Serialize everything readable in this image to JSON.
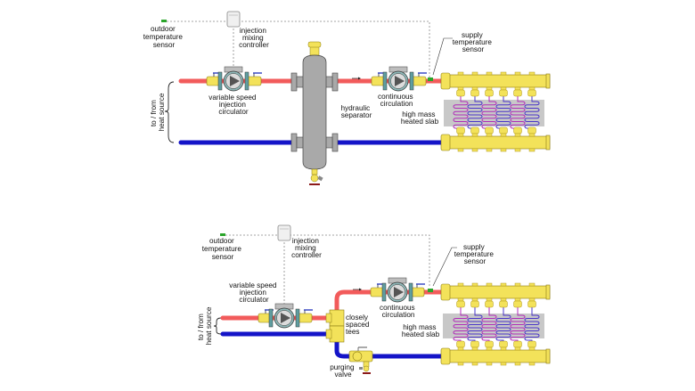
{
  "colors": {
    "supply_pipe": "#f25b5b",
    "return_pipe": "#1414c8",
    "brass": "#f3e25a",
    "brass_dark": "#b39a1c",
    "separator": "#a9a9a9",
    "slab": "#c8c8c8",
    "tubing_hot": "#b02bb8",
    "tubing_cold": "#4a35c8",
    "pump_body": "#5f9ea0",
    "sensor": "#2aa52a",
    "wire": "#888888"
  },
  "top_diagram": {
    "outdoor_sensor_label": [
      "outdoor",
      "temperature",
      "sensor"
    ],
    "controller_label": [
      "injection",
      "mixing",
      "controller"
    ],
    "injection_circulator_label": [
      "variable speed",
      "injection",
      "circulator"
    ],
    "separator_label": [
      "hydraulic",
      "separator"
    ],
    "continuous_label": [
      "continuous",
      "circulation"
    ],
    "supply_sensor_label": [
      "supply",
      "temperature",
      "sensor"
    ],
    "slab_label": [
      "high mass",
      "heated slab"
    ],
    "heat_source_label": [
      "to / from",
      "heat source"
    ],
    "manifold_circuits": 6
  },
  "bottom_diagram": {
    "outdoor_sensor_label": [
      "outdoor",
      "temperature",
      "sensor"
    ],
    "controller_label": [
      "injection",
      "mixing",
      "controller"
    ],
    "injection_circulator_label": [
      "variable speed",
      "injection",
      "circulator"
    ],
    "tees_label": [
      "closely",
      "spaced",
      "tees"
    ],
    "purging_valve_label": [
      "purging",
      "valve"
    ],
    "continuous_label": [
      "continuous",
      "circulation"
    ],
    "supply_sensor_label": [
      "supply",
      "temperature",
      "sensor"
    ],
    "slab_label": [
      "high mass",
      "heated slab"
    ],
    "heat_source_label": [
      "to / from",
      "heat source"
    ],
    "manifold_circuits": 6
  }
}
